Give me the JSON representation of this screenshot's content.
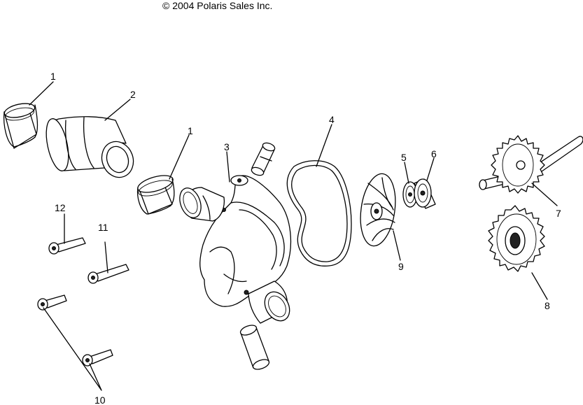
{
  "copyright": "© 2004 Polaris Sales Inc.",
  "callouts": {
    "c1a": "1",
    "c2": "2",
    "c1b": "1",
    "c3": "3",
    "c4": "4",
    "c5": "5",
    "c6": "6",
    "c7": "7",
    "c8": "8",
    "c9": "9",
    "c10": "10",
    "c11": "11",
    "c12": "12"
  }
}
